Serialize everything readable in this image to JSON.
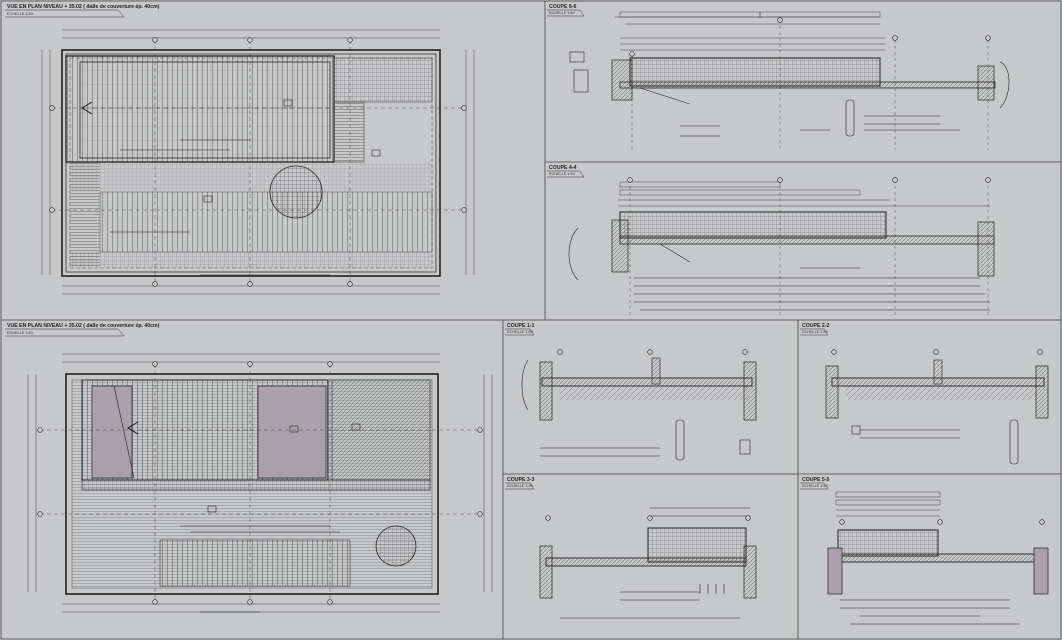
{
  "sheet": {
    "background": "#c7c8ca",
    "line_color": "#2a2a2a",
    "hatch_color": "#555555",
    "highlight_fill": "#a9a2aa"
  },
  "views": {
    "plan_top": {
      "title": "VUE EN PLAN NIVEAU + 35.02 ( dalle de couverture ép. 40cm)",
      "scale": "ECHELLE 1:50"
    },
    "plan_bottom": {
      "title": "VUE EN PLAN NIVEAU + 35.02 ( dalle de couverture ép. 40cm)",
      "scale": "ECHELLE 1:50"
    },
    "coupe_66": {
      "title": "COUPE 6-6",
      "scale": "ECHELLE 1:50"
    },
    "coupe_44": {
      "title": "COUPE 4-4",
      "scale": "ECHELLE 1:50"
    },
    "coupe_11": {
      "title": "COUPE 1-1",
      "scale": "ECHELLE 1:50"
    },
    "coupe_22": {
      "title": "COUPE 2-2",
      "scale": "ECHELLE 1:50"
    },
    "coupe_33": {
      "title": "COUPE 3-3",
      "scale": "ECHELLE 1:50"
    },
    "coupe_55": {
      "title": "COUPE 5-5",
      "scale": "ECHELLE 1:50"
    }
  }
}
